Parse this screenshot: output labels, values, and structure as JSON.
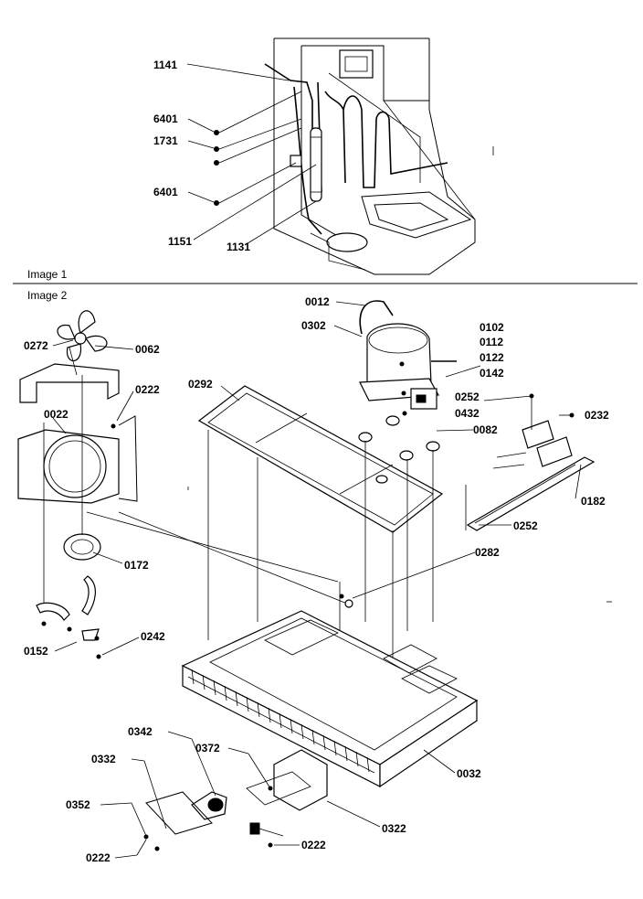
{
  "sections": [
    {
      "id": "image1",
      "title": "Image 1"
    },
    {
      "id": "image2",
      "title": "Image 2"
    }
  ],
  "image1_labels": [
    "1141",
    "6401",
    "1731",
    "6401",
    "1151",
    "1131"
  ],
  "image2_labels": [
    "0012",
    "0302",
    "0102",
    "0112",
    "0122",
    "0142",
    "0272",
    "0062",
    "0222",
    "0292",
    "0252",
    "0432",
    "0232",
    "0022",
    "0082",
    "0182",
    "0252",
    "0172",
    "0282",
    "0152",
    "0242",
    "0342",
    "0372",
    "0332",
    "0032",
    "0352",
    "0322",
    "0222",
    "0222"
  ],
  "colors": {
    "line": "#000000",
    "background": "#ffffff"
  },
  "icons": [
    "condenser-tube-icon",
    "drier-filter-icon",
    "fan-blade-icon",
    "fan-motor-icon",
    "compressor-icon",
    "relay-icon",
    "base-pan-icon",
    "drain-pan-icon",
    "screw-icon",
    "bracket-icon"
  ]
}
